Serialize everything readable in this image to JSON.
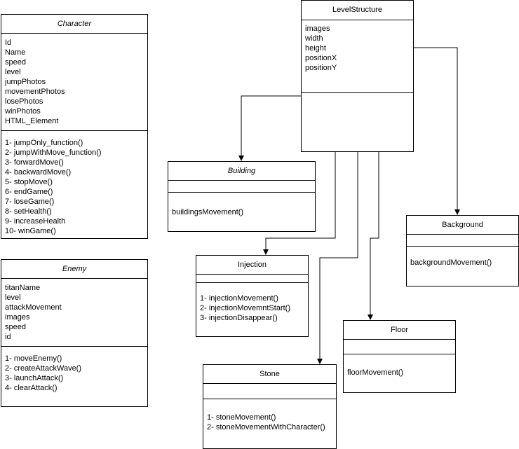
{
  "classes": {
    "character": {
      "name": "Character",
      "attributes": [
        "Id",
        "Name",
        "speed",
        "level",
        "jumpPhotos",
        "movementPhotos",
        "losePhotos",
        "winPhotos",
        "HTML_Element"
      ],
      "methods": [
        "1- jumpOnly_function()",
        "2- jumpWithMove_function()",
        "3- forwardMove()",
        "4- backwardMove()",
        "5- stopMove()",
        "6- endGame()",
        "7- loseGame()",
        "8- setHealth()",
        "9- increaseHealth",
        "10- winGame()"
      ]
    },
    "enemy": {
      "name": "Enemy",
      "attributes": [
        "titanName",
        "level",
        "attackMovement",
        "images",
        "speed",
        "id"
      ],
      "methods": [
        "1- moveEnemy()",
        "2- createAttackWave()",
        "3- launchAttack()",
        "4- clearAttack()"
      ]
    },
    "level_structure": {
      "name": "LevelStructure",
      "attributes": [
        "images",
        "width",
        "height",
        "positionX",
        "positionY"
      ],
      "methods": []
    },
    "building": {
      "name": "Building",
      "attributes": [],
      "methods": [
        "buildingsMovement()"
      ]
    },
    "injection": {
      "name": "Injection",
      "attributes": [],
      "methods": [
        "1- injectionMovement()",
        "2- injectionMovemntStart()",
        "3- injectionDisappear()"
      ]
    },
    "background": {
      "name": "Background",
      "attributes": [],
      "methods": [
        "backgroundMovement()"
      ]
    },
    "floor": {
      "name": "Floor",
      "attributes": [],
      "methods": [
        "floorMovement()"
      ]
    },
    "stone": {
      "name": "Stone",
      "attributes": [],
      "methods": [
        "1- stoneMovement()",
        "2- stoneMovementWithCharacter()"
      ]
    }
  },
  "relations": [
    {
      "from": "LevelStructure",
      "to": "Building"
    },
    {
      "from": "LevelStructure",
      "to": "Injection"
    },
    {
      "from": "LevelStructure",
      "to": "Stone"
    },
    {
      "from": "LevelStructure",
      "to": "Floor"
    },
    {
      "from": "LevelStructure",
      "to": "Background"
    }
  ]
}
